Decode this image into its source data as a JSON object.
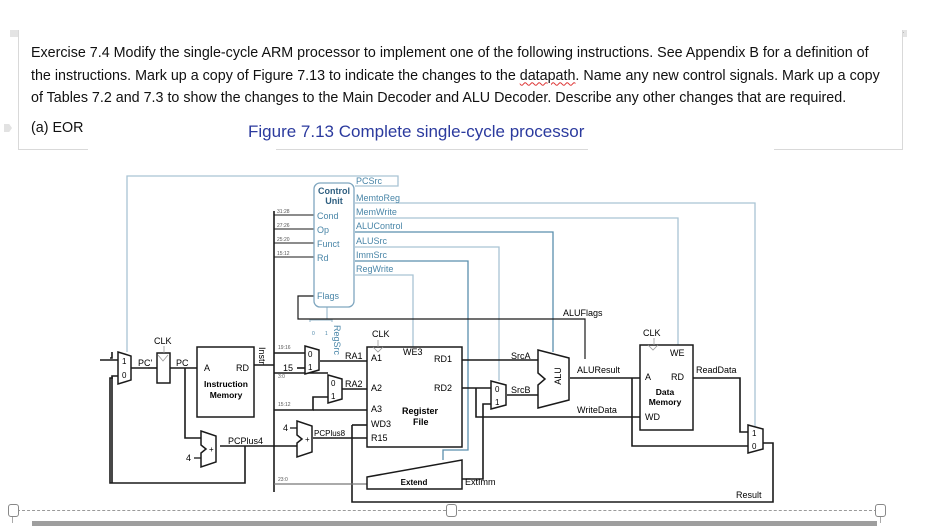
{
  "document": {
    "topbar_handle": "....",
    "topbar_resize": "◂▸",
    "exercise_text_part1": "Exercise 7.4 Modify the single-cycle ARM processor to implement one of the following instructions. See Appendix B for a definition of the instructions. Mark up a copy of Figure 7.13 to indicate the changes to the ",
    "exercise_text_spell": "datapath",
    "exercise_text_part2": ". Name any new control signals. Mark up a copy of Tables 7.2 and 7.3 to show the changes to the Main Decoder and ALU Decoder. Describe any other changes that are required.",
    "part_label": "(a) EOR",
    "figure_title": "Figure 7.13 Complete single-cycle processor"
  },
  "colors": {
    "control_signal": "#4a86a8",
    "control_wire": "#a9c4d4",
    "control_wire_dark": "#5b8fae",
    "datapath_wire": "#1a1a1a",
    "figure_title": "#2b3a9e"
  },
  "diagram": {
    "control_unit": {
      "title_line1": "Control",
      "title_line2": "Unit",
      "inputs": [
        "Cond",
        "Op",
        "Funct",
        "Rd"
      ],
      "flags_label": "Flags",
      "outputs": [
        "PCSrc",
        "MemtoReg",
        "MemWrite",
        "ALUControl",
        "ALUSrc",
        "ImmSrc",
        "RegWrite"
      ]
    },
    "instr_bit_fields": [
      "31:28",
      "27:26",
      "25:20",
      "15:12"
    ],
    "labels": {
      "clk": "CLK",
      "pc_prime": "PC'",
      "pc": "PC",
      "instr": "Instr",
      "pcplus4": "PCPlus4",
      "pcplus8": "PCPlus8",
      "four": "4",
      "fifteen": "15",
      "bits_19_16": "19:16",
      "bits_3_0": "3:0",
      "bits_15_12": "15:12",
      "bits_23_0": "23:0",
      "regsrc": "RegSrc",
      "regsrc_0": "0",
      "regsrc_1": "1",
      "ra1": "RA1",
      "ra2": "RA2",
      "srca": "SrcA",
      "srcb": "SrcB",
      "aluflags": "ALUFlags",
      "aluresult": "ALUResult",
      "writedata": "WriteData",
      "readdata": "ReadData",
      "extimm": "ExtImm",
      "result": "Result",
      "mux0": "0",
      "mux1": "1"
    },
    "instruction_memory": {
      "a": "A",
      "rd": "RD",
      "name_line1": "Instruction",
      "name_line2": "Memory"
    },
    "register_file": {
      "a1": "A1",
      "a2": "A2",
      "a3": "A3",
      "wd3": "WD3",
      "r15": "R15",
      "we3": "WE3",
      "rd1": "RD1",
      "rd2": "RD2",
      "name_line1": "Register",
      "name_line2": "File"
    },
    "alu": {
      "label": "ALU"
    },
    "extend": {
      "label": "Extend"
    },
    "data_memory": {
      "a": "A",
      "rd": "RD",
      "wd": "WD",
      "we": "WE",
      "name_line1": "Data",
      "name_line2": "Memory"
    }
  }
}
